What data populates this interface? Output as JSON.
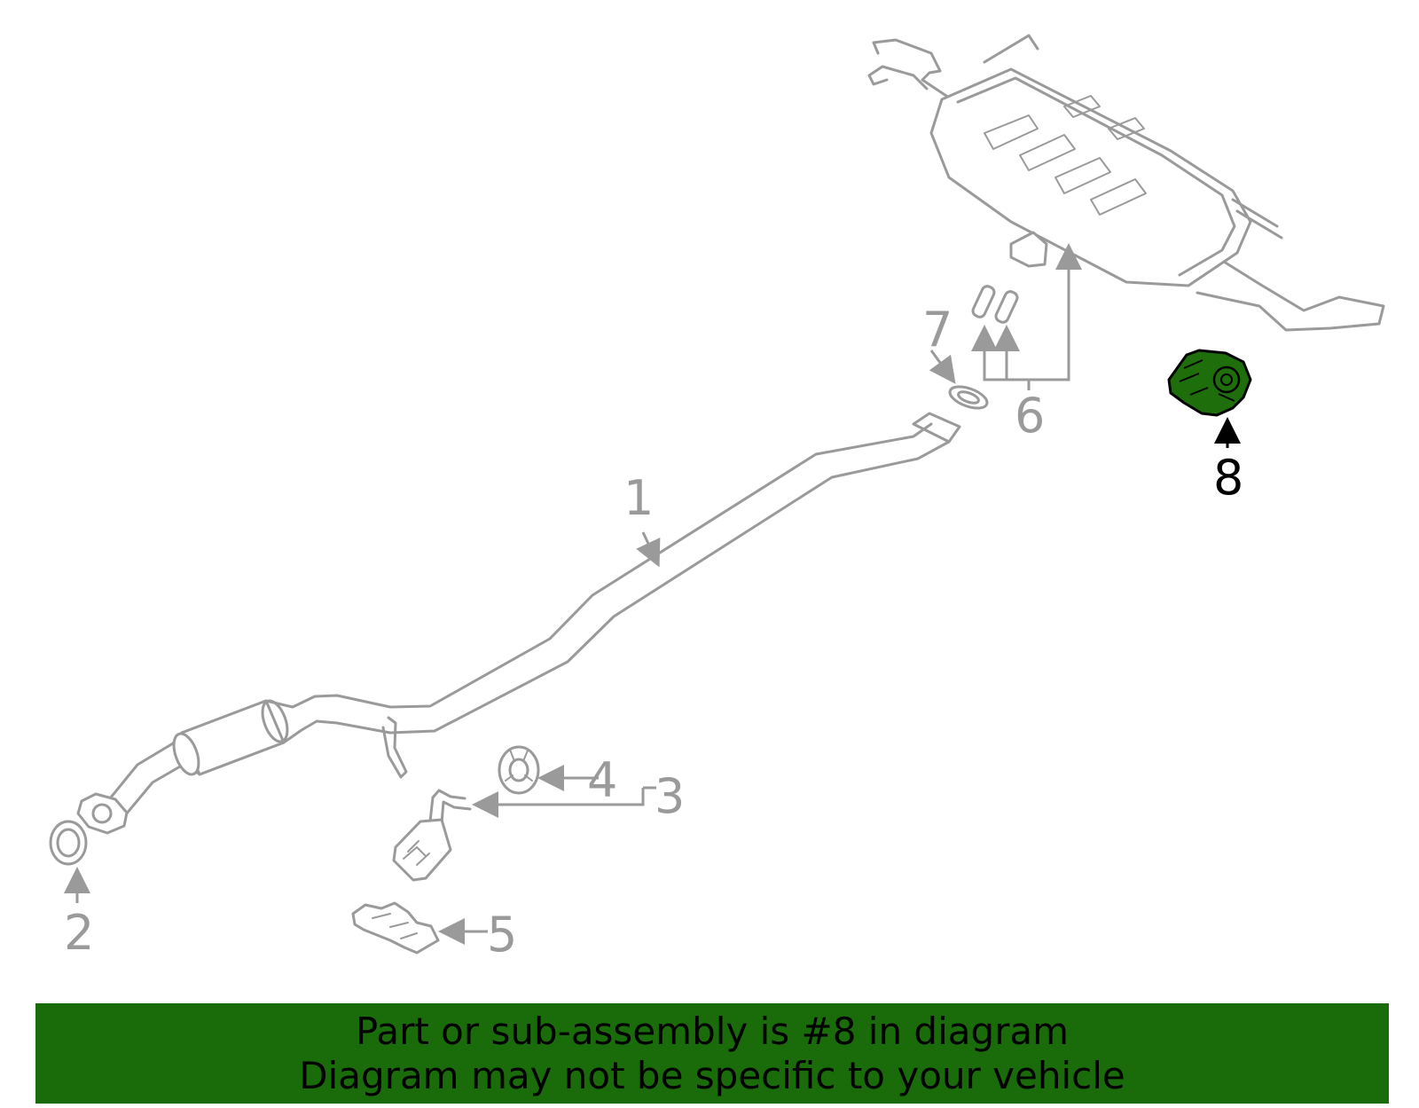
{
  "callouts": {
    "c1": "1",
    "c2": "2",
    "c3": "3",
    "c4": "4",
    "c5": "5",
    "c6": "6",
    "c7": "7",
    "c8": "8"
  },
  "highlight": {
    "part_number": "8",
    "color": "#1a6b0a"
  },
  "colors": {
    "line_art": "#9a9a9a",
    "banner": "#1a6b0a",
    "highlight_fill": "#1e6e0c"
  },
  "banner": {
    "line1": "Part or sub-assembly is #8 in diagram",
    "line2": "Diagram may not be specific to your vehicle"
  }
}
